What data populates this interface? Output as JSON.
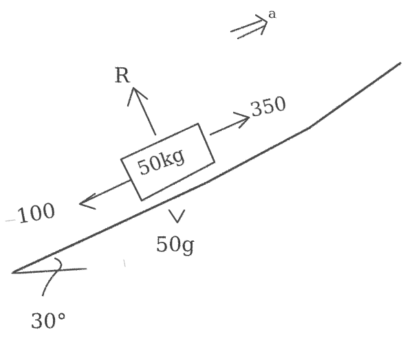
{
  "diagram": {
    "labels": {
      "acceleration": "a",
      "reaction": "R",
      "pull_force": "350",
      "mass": "50kg",
      "friction": "100",
      "weight": "50g",
      "angle": "30°"
    },
    "stroke_color": "#4a4a4a"
  }
}
